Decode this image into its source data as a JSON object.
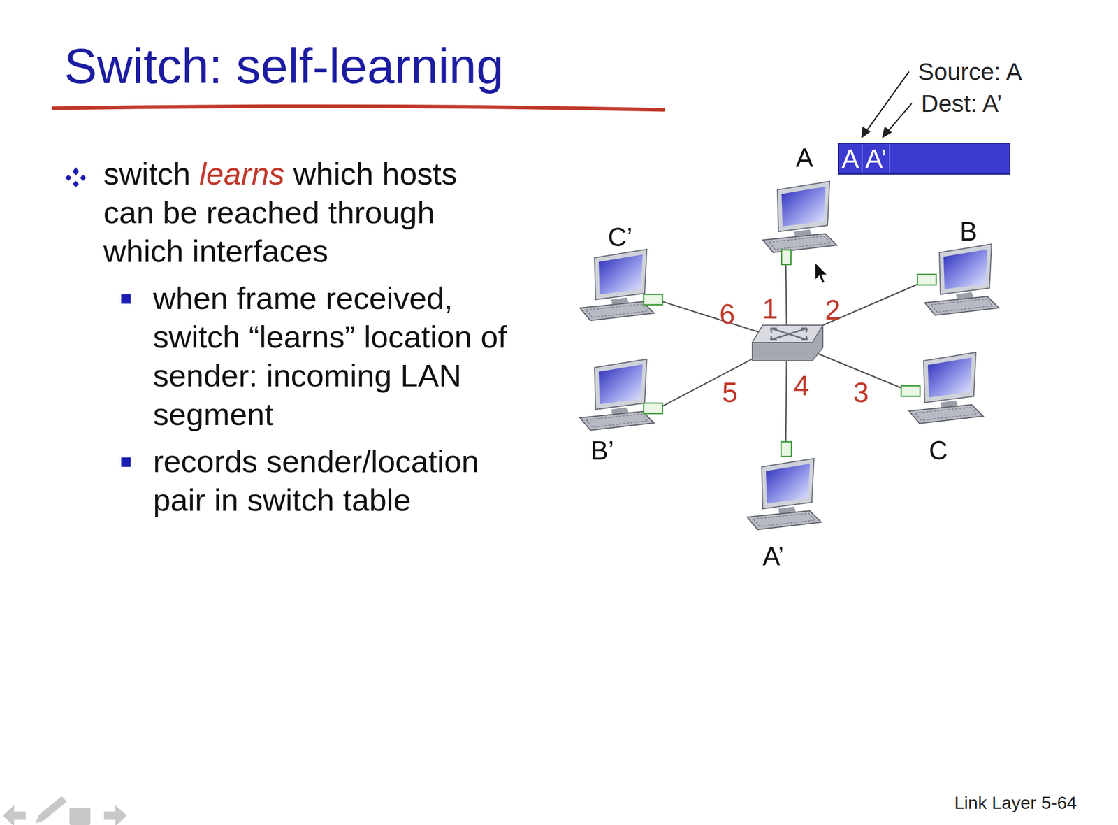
{
  "diagram": {
    "title": "Switch: self-learning",
    "nodes": [
      {
        "text": [
          "A",
          "A’"
        ]
      }
    ],
    "labels": [
      "switch",
      "learns",
      "which hosts can be reached through which interfaces",
      "when frame received, switch “learns” location of sender: incoming LAN segment",
      "records sender/location pair in switch table",
      "Source: A",
      "Dest: A’",
      "A",
      "B",
      "C",
      "A’",
      "B’",
      "C’",
      "1",
      "2",
      "3",
      "4",
      "5",
      "6",
      "Link Layer 5-64"
    ]
  }
}
